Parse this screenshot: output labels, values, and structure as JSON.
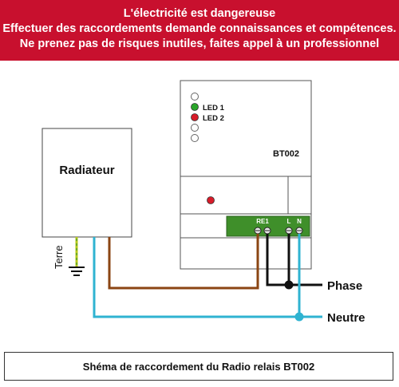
{
  "warning": {
    "title": "L'électricité est dangereuse",
    "line2": "Effectuer des raccordements demande connaissances et compétences.",
    "line3": "Ne prenez pas de risques inutiles, faites appel à un professionnel"
  },
  "radiator": {
    "label": "Radiateur"
  },
  "earth": {
    "label": "Terre"
  },
  "module": {
    "name": "BT002",
    "led1_label": "LED 1",
    "led2_label": "LED 2",
    "terminal_re1": "RE1",
    "terminal_l": "L",
    "terminal_n": "N"
  },
  "lines": {
    "phase_label": "Phase",
    "neutre_label": "Neutre"
  },
  "colors": {
    "banner": "#c8102e",
    "led1": "#2aa52a",
    "led2": "#d81c2a",
    "terminal_block": "#3f8f2a",
    "brown_wire": "#8b4513",
    "blue_wire": "#2fb3d1",
    "black_wire": "#111111",
    "earth_wire": "#b8c81c"
  },
  "caption": "Shéma de raccordement du Radio relais BT002"
}
